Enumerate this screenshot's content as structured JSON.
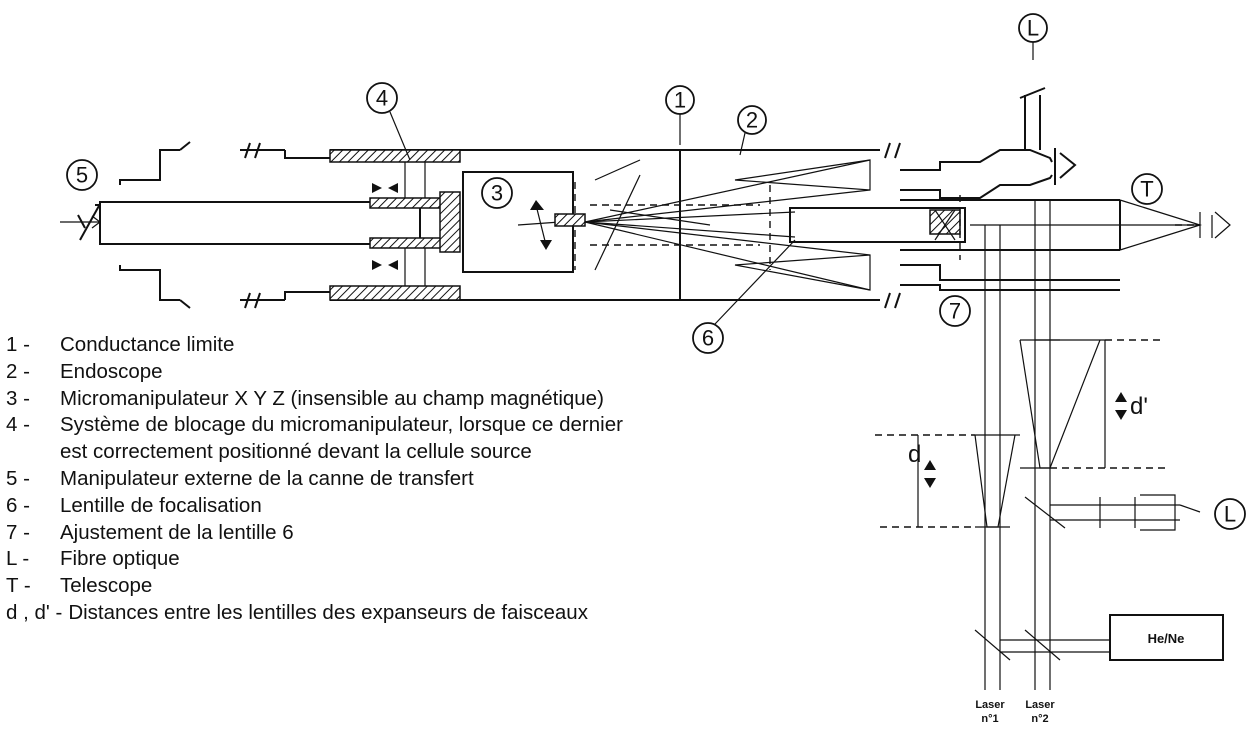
{
  "callouts": {
    "c1": "1",
    "c2": "2",
    "c3": "3",
    "c4": "4",
    "c5": "5",
    "c6": "6",
    "c7": "7",
    "cL_top": "L",
    "cL_right": "L",
    "cT": "T"
  },
  "labels": {
    "d": "d",
    "d_prime": "d'"
  },
  "he_ne_box": "He/Ne",
  "lasers": [
    {
      "line1": "Laser",
      "line2": "n°1"
    },
    {
      "line1": "Laser",
      "line2": "n°2"
    }
  ],
  "legend": [
    {
      "key": "1  -",
      "text": "Conductance limite"
    },
    {
      "key": "2  -",
      "text": "Endoscope"
    },
    {
      "key": "3  -",
      "text": "Micromanipulateur X Y Z (insensible au champ magnétique)"
    },
    {
      "key": "4  -",
      "text": "Système de blocage du micromanipulateur, lorsque ce dernier"
    },
    {
      "key": "",
      "text": "est correctement positionné devant la cellule source"
    },
    {
      "key": "5  -",
      "text": "Manipulateur externe de la canne de transfert"
    },
    {
      "key": "6  -",
      "text": "Lentille de focalisation"
    },
    {
      "key": "7  -",
      "text": "Ajustement de la lentille 6"
    },
    {
      "key": "L  -",
      "text": "Fibre optique"
    },
    {
      "key": "T  -",
      "text": "Telescope"
    },
    {
      "key": "d , d'  -",
      "text": "Distances entre les lentilles des expanseurs de faisceaux"
    }
  ],
  "colors": {
    "ink": "#111111",
    "background": "#ffffff"
  }
}
